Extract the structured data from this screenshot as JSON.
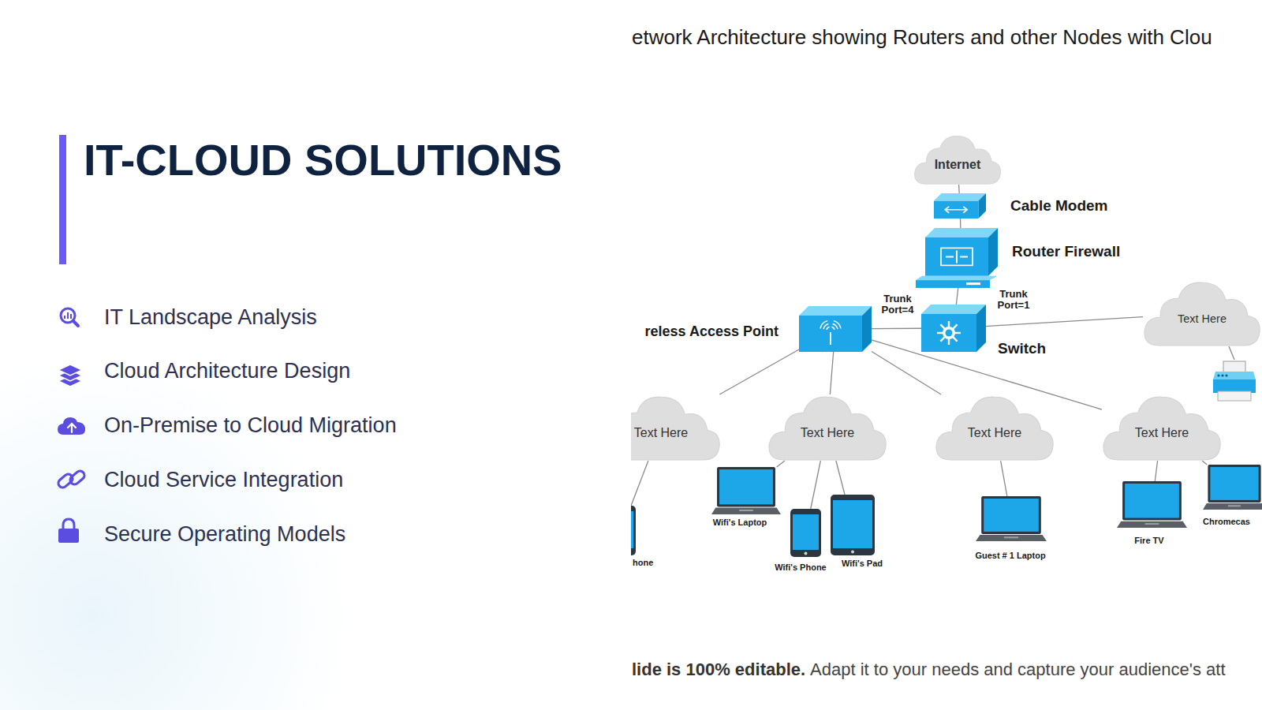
{
  "diagram": {
    "title": "IT-CLOUD SOLUTIONS",
    "nodes": [
      {
        "text": [
          "Internet"
        ]
      },
      {
        "text": [
          "Cable Modem"
        ]
      },
      {
        "text": [
          "Router Firewall"
        ]
      },
      {
        "text": [
          "reless Access Point"
        ]
      },
      {
        "text": [
          "Switch"
        ]
      },
      {
        "text": [
          "Text Here"
        ]
      },
      {
        "text": [
          "Text Here"
        ]
      },
      {
        "text": [
          "Text Here"
        ]
      },
      {
        "text": [
          "Text Here"
        ]
      },
      {
        "text": [
          "Text Here"
        ]
      },
      {
        "text": [
          "hone"
        ]
      },
      {
        "text": [
          "Wifi's Laptop"
        ]
      },
      {
        "text": [
          "Wifi's Phone"
        ]
      },
      {
        "text": [
          "Wifi's Pad"
        ]
      },
      {
        "text": [
          "Guest # 1 Laptop"
        ]
      },
      {
        "text": [
          "Fire TV"
        ]
      },
      {
        "text": [
          "Chromecas"
        ]
      }
    ],
    "edges": [
      {
        "from": 0,
        "to": 1,
        "arrow": "none"
      },
      {
        "from": 1,
        "to": 2,
        "arrow": "none"
      },
      {
        "from": 2,
        "to": 4,
        "arrow": "none"
      },
      {
        "from": 3,
        "to": 4,
        "arrow": "none"
      },
      {
        "from": 4,
        "to": 5,
        "arrow": "none"
      },
      {
        "from": 3,
        "to": 6,
        "arrow": "none"
      },
      {
        "from": 3,
        "to": 7,
        "arrow": "none"
      },
      {
        "from": 3,
        "to": 8,
        "arrow": "none"
      },
      {
        "from": 3,
        "to": 9,
        "arrow": "none"
      },
      {
        "from": 6,
        "to": 10,
        "arrow": "none"
      },
      {
        "from": 7,
        "to": 11,
        "arrow": "none"
      },
      {
        "from": 7,
        "to": 12,
        "arrow": "none"
      },
      {
        "from": 7,
        "to": 13,
        "arrow": "none"
      },
      {
        "from": 8,
        "to": 14,
        "arrow": "none"
      },
      {
        "from": 9,
        "to": 15,
        "arrow": "none"
      },
      {
        "from": 9,
        "to": 16,
        "arrow": "none"
      }
    ],
    "labels": [
      "IT Landscape Analysis",
      "Cloud Architecture Design",
      "On-Premise to Cloud Migration",
      "Cloud Service Integration",
      "Secure Operating Models",
      "etwork Architecture showing Routers and other Nodes with Clou",
      "Trunk Port=4",
      "Trunk Port=1",
      "lide is 100% editable.",
      "Adapt it to your needs and capture your audience's att"
    ]
  }
}
